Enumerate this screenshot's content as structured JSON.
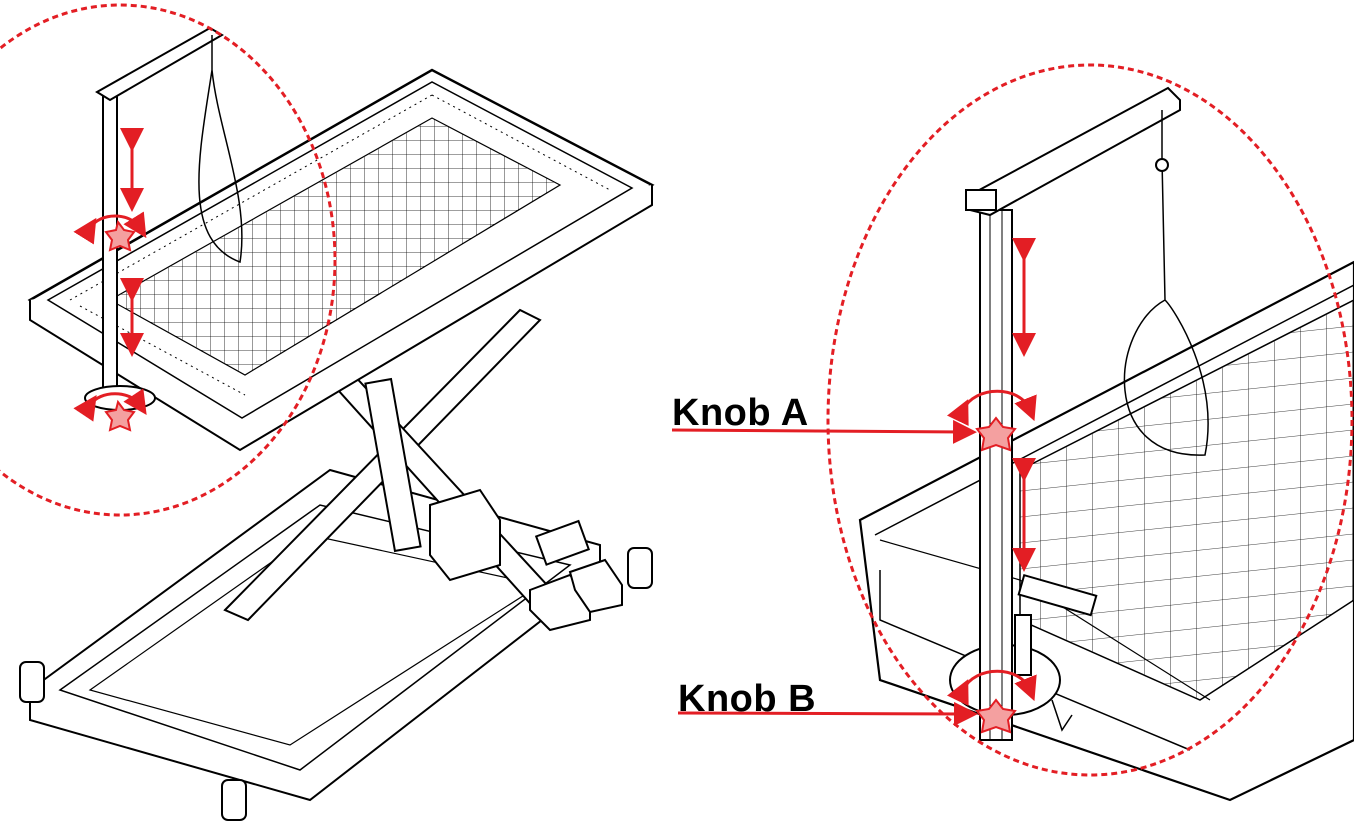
{
  "labels": {
    "knob_a": "Knob A",
    "knob_b": "Knob B"
  },
  "colors": {
    "line": "#000000",
    "accent": "#e31e24",
    "background": "#ffffff"
  },
  "icons": [
    "grooming-table-drawing",
    "grooming-arm-detail-drawing",
    "knob-icon",
    "height-adjust-arrow-icon",
    "rotate-arrow-icon"
  ]
}
